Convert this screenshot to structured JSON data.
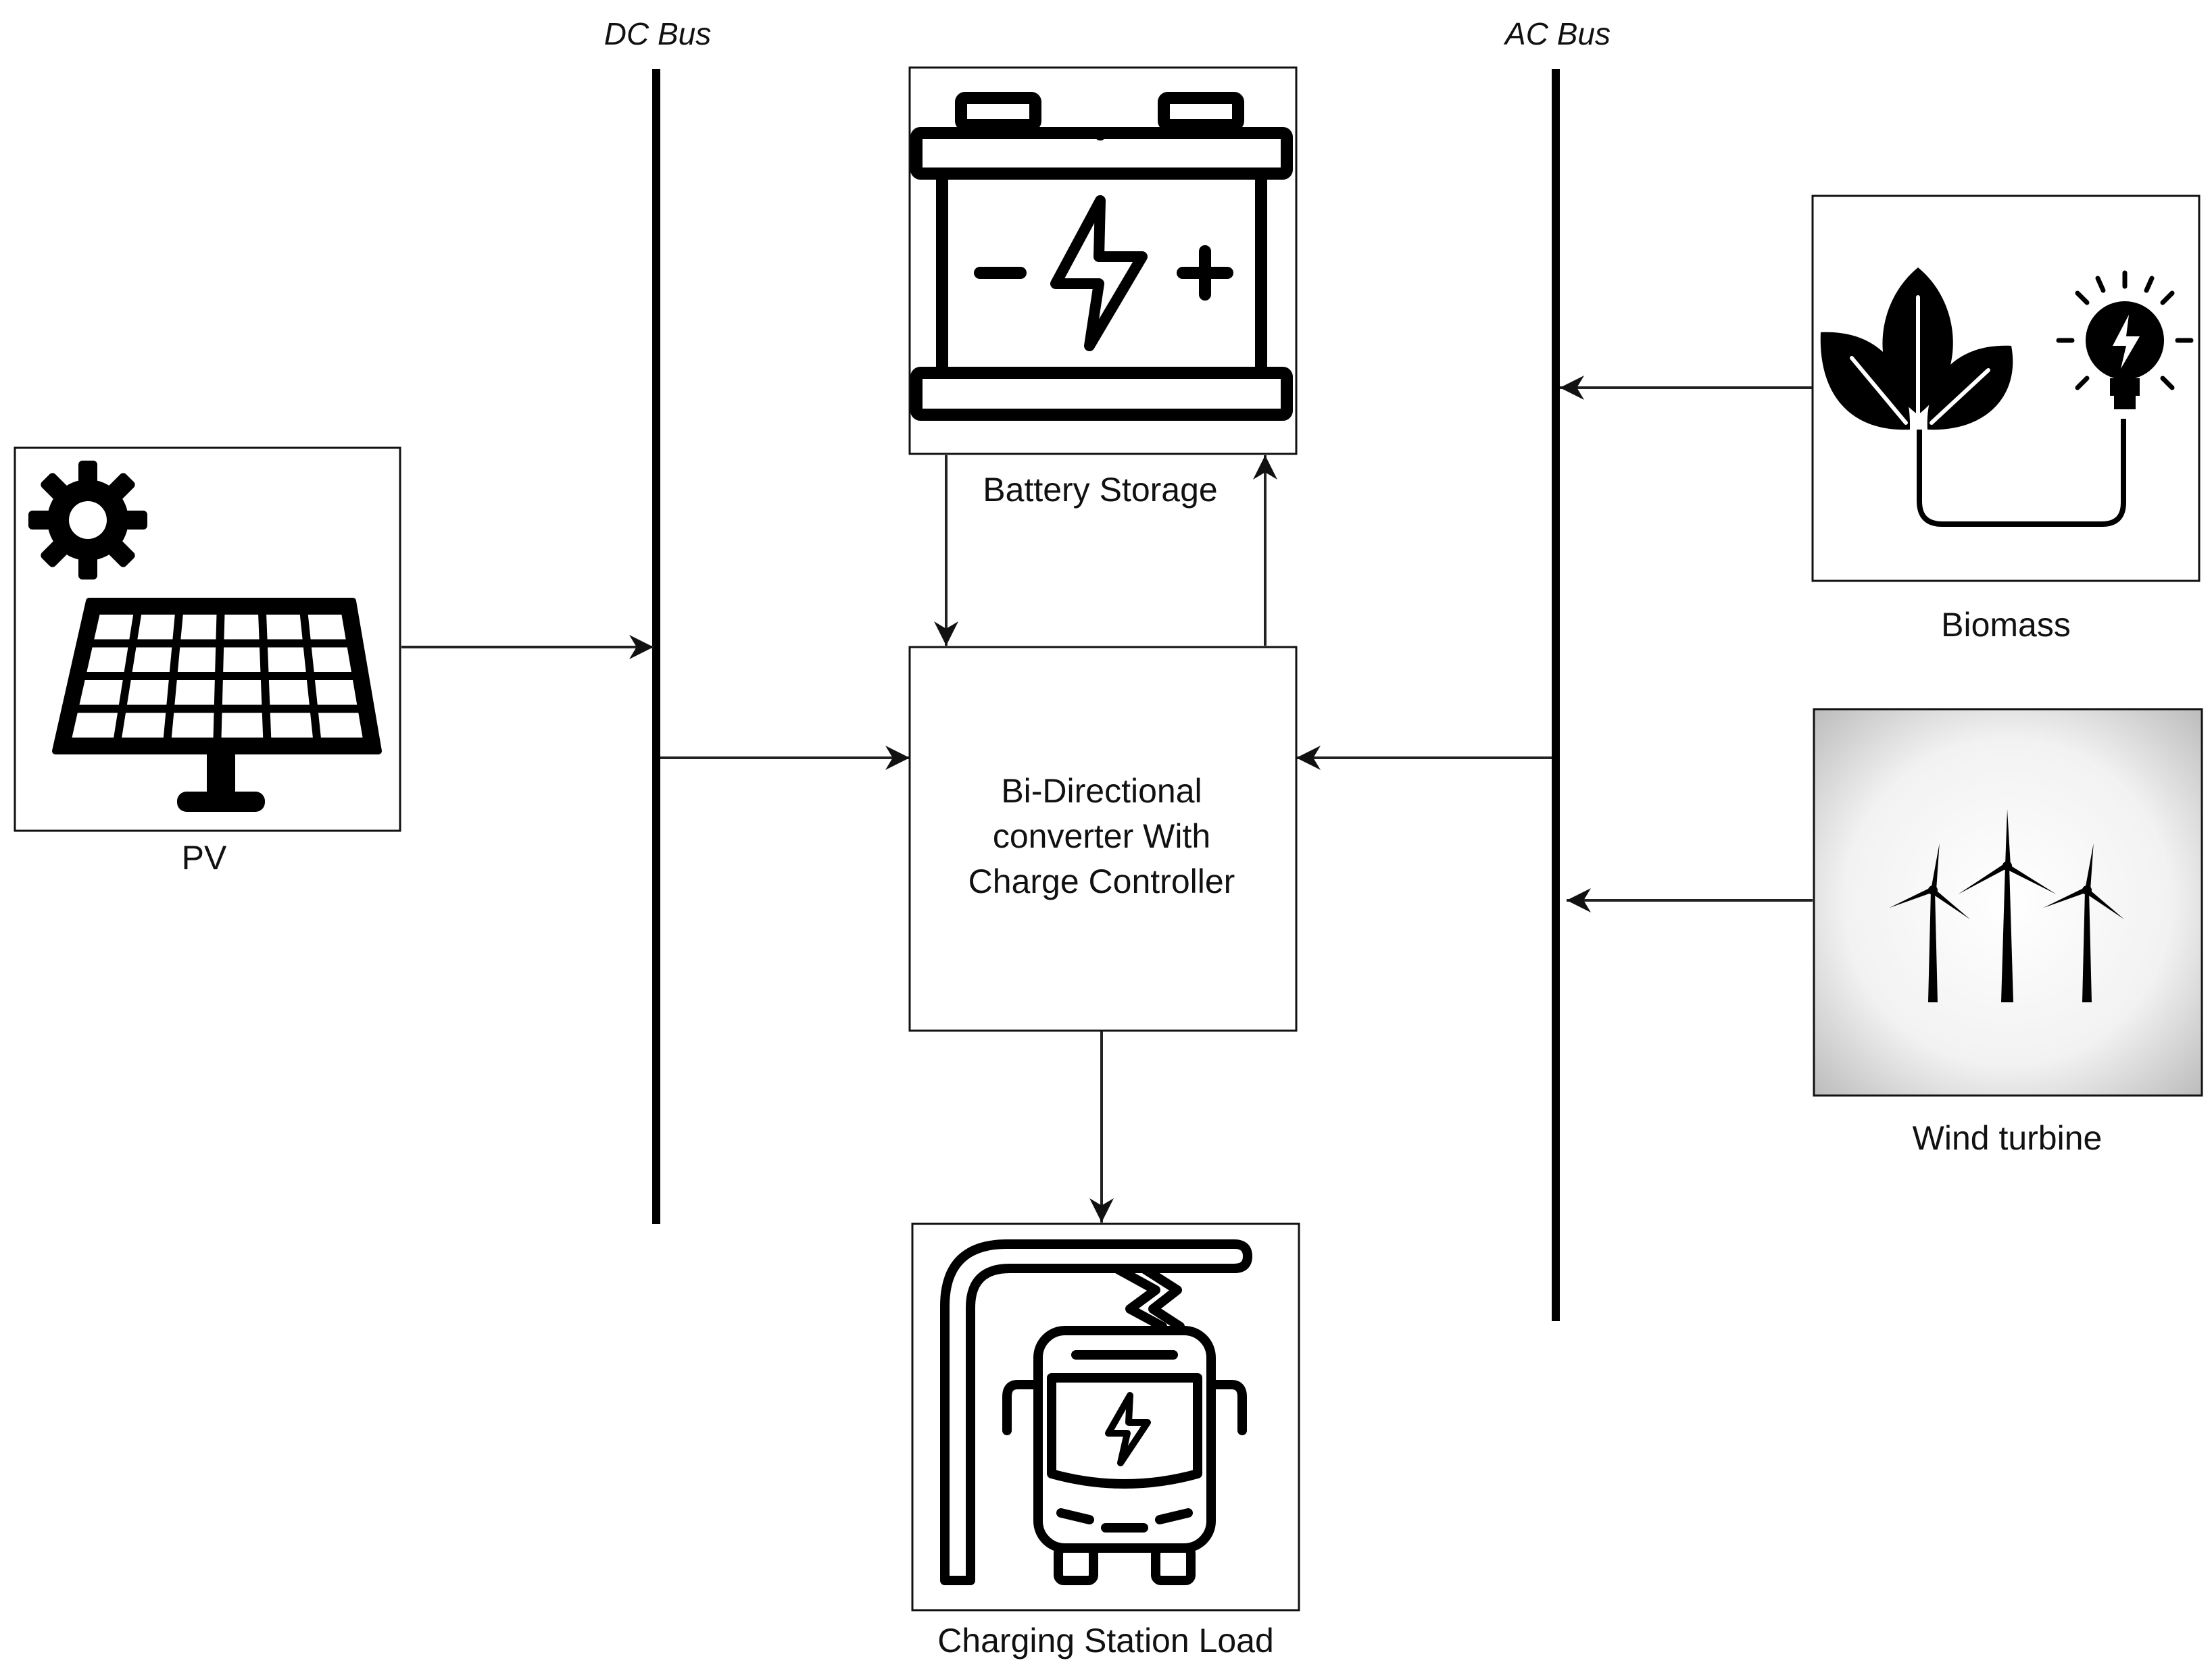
{
  "buses": {
    "dc": "DC Bus",
    "ac": "AC Bus"
  },
  "nodes": {
    "pv": "PV",
    "battery": "Battery Storage",
    "converter": [
      "Bi-Directional",
      "converter With",
      "Charge Controller"
    ],
    "biomass": "Biomass",
    "wind": "Wind turbine",
    "load": "Charging Station Load"
  },
  "icons": {
    "pv": "solar-panel-icon",
    "battery": "battery-icon",
    "biomass": "leaves-bulb-icon",
    "wind": "wind-turbines-icon",
    "load": "electric-bus-charger-icon"
  }
}
